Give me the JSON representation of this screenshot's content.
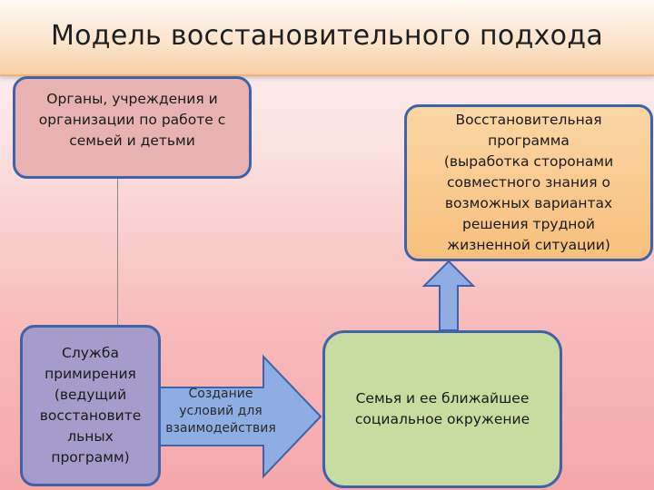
{
  "title": "Модель восстановительного подхода",
  "boxes": {
    "orgs": "Органы, учреждения и\nорганизации  по работе с\nсемьей и детьми",
    "program": "Восстановительная\nпрограмма\n(выработка сторонами\nсовместного знания о\nвозможных вариантах\nрешения трудной\nжизненной ситуации)",
    "service": "Служба\nпримирения\n(ведущий\nвосстановите\nльных\nпрограмм)",
    "family": "Семья и ее ближайшее\nсоциальное  окружение"
  },
  "arrow_label": "Создание\nусловий для\nвзаимодействия",
  "colors": {
    "border": "#3f63a8",
    "orgs_fill": "#e8b2b3",
    "program_fill": "#f7c07c",
    "service_fill": "#a59ccb",
    "family_fill": "#c6dca1",
    "arrow_fill": "#8eaee3"
  }
}
